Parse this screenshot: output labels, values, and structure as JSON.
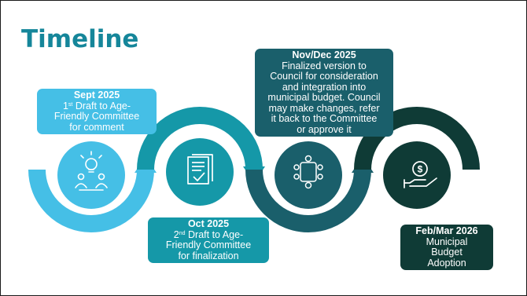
{
  "title": "Timeline",
  "milestones": [
    {
      "date": "Sept 2025",
      "lines": [
        "{{1st}} Draft to Age-",
        "Friendly Committee",
        "for comment"
      ],
      "icon": "team-idea-icon",
      "color": "#45bfe6"
    },
    {
      "date": "Oct 2025",
      "lines": [
        "{{2nd}} Draft to Age-",
        "Friendly Committee",
        "for finalization"
      ],
      "icon": "document-check-icon",
      "color": "#1598a8"
    },
    {
      "date": "Nov/Dec 2025",
      "lines": [
        "Finalized version to",
        "Council for consideration",
        "and integration into",
        "municipal budget. Council",
        "may make changes, refer",
        "it back to the Committee",
        "or approve it"
      ],
      "icon": "council-meeting-icon",
      "color": "#1a5f6b"
    },
    {
      "date": "Feb/Mar 2026",
      "lines": [
        "Municipal",
        "Budget",
        "Adoption"
      ],
      "icon": "dollar-hand-icon",
      "color": "#0f3b36"
    }
  ],
  "ordinals": {
    "1st": [
      "1",
      "st"
    ],
    "2nd": [
      "2",
      "nd"
    ]
  }
}
